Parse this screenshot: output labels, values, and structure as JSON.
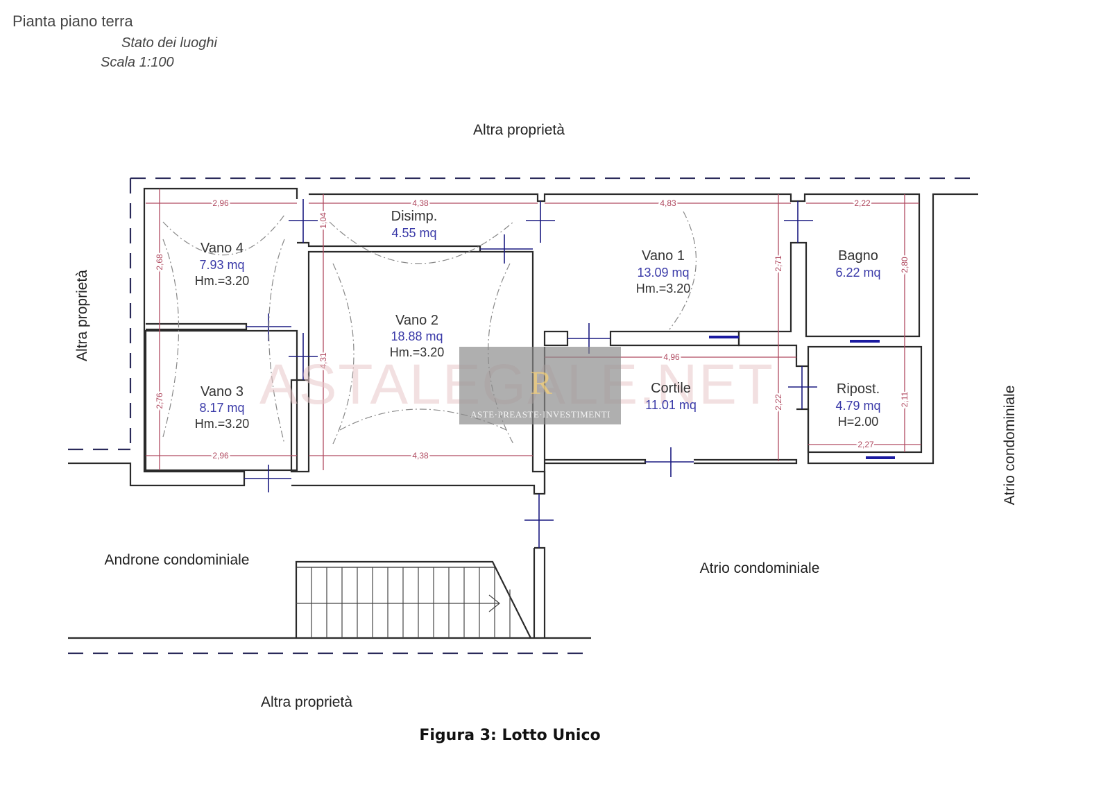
{
  "header": {
    "title": "Pianta piano terra",
    "subtitle": "Stato dei luoghi",
    "scale": "Scala 1:100"
  },
  "context_labels": {
    "top": "Altra proprietà",
    "left": "Altra proprietà",
    "right": "Atrio condominiale",
    "androne": "Androne condominiale",
    "atrio": "Atrio condominiale",
    "bottom": "Altra proprietà"
  },
  "rooms": {
    "vano4": {
      "name": "Vano 4",
      "area": "7.93 mq",
      "height": "Hm.=3.20"
    },
    "vano3": {
      "name": "Vano 3",
      "area": "8.17 mq",
      "height": "Hm.=3.20"
    },
    "disimp": {
      "name": "Disimp.",
      "area": "4.55 mq"
    },
    "vano2": {
      "name": "Vano 2",
      "area": "18.88 mq",
      "height": "Hm.=3.20"
    },
    "vano1": {
      "name": "Vano 1",
      "area": "13.09 mq",
      "height": "Hm.=3.20"
    },
    "bagno": {
      "name": "Bagno",
      "area": "6.22 mq"
    },
    "cortile": {
      "name": "Cortile",
      "area": "11.01 mq"
    },
    "ripost": {
      "name": "Ripost.",
      "area": "4.79 mq",
      "height": "H=2.00"
    }
  },
  "dimensions": {
    "vano4_w": "2,96",
    "disimp_w": "4,38",
    "vano1_w": "4,83",
    "bagno_w": "2,22",
    "vano4_h": "2,68",
    "disimp_h": "1,04",
    "vano2_h": "4,31",
    "vano1_h": "2,71",
    "bagno_h": "2,80",
    "cortile_w": "4,96",
    "cortile_h": "2,22",
    "ripost_h": "2,11",
    "ripost_w": "2,27",
    "vano3_h": "2,76",
    "vano3_w": "2,96",
    "vano2_w": "4,38"
  },
  "watermark": {
    "site": "ASTALEGALE.NET",
    "tagline": "ASTE·PREASTE·INVESTIMENTI"
  },
  "caption": "Figura 3: Lotto Unico"
}
